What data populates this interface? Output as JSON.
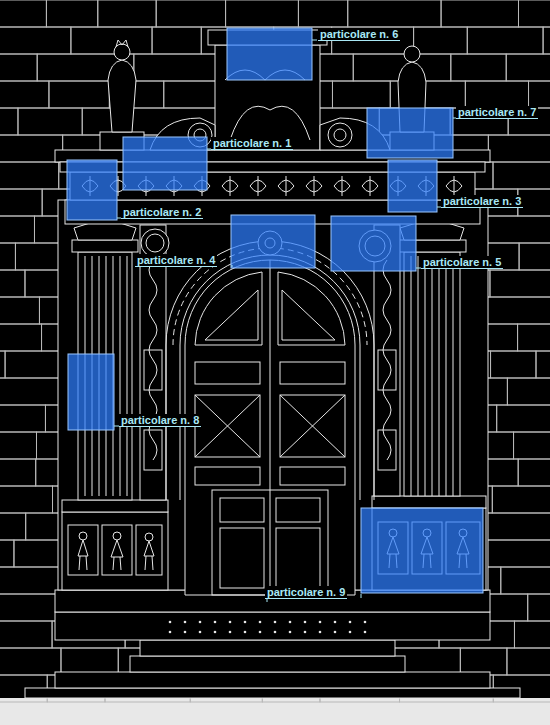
{
  "diagram": {
    "labels": [
      "particolare n. 6",
      "particolare n. 7",
      "particolare n. 1",
      "particolare n. 2",
      "particolare n. 3",
      "particolare n. 4",
      "particolare n. 5",
      "particolare n. 8",
      "particolare n. 9"
    ]
  }
}
